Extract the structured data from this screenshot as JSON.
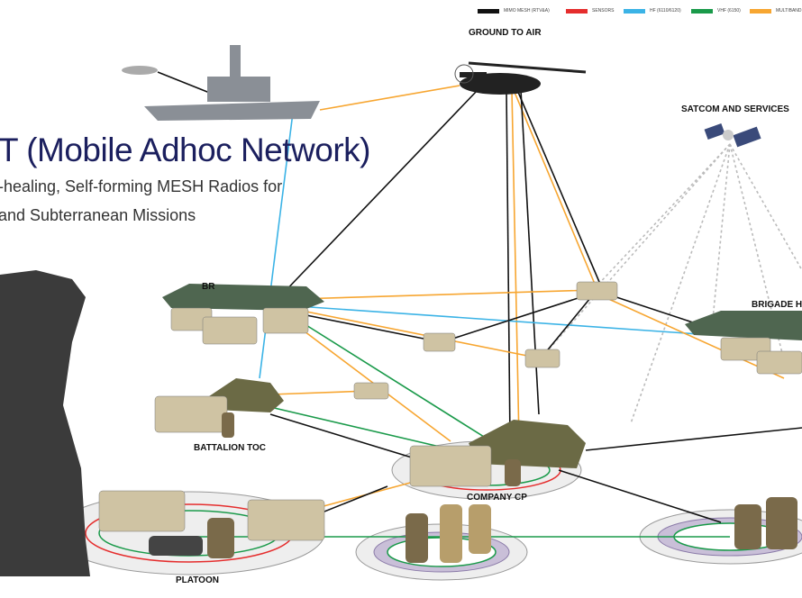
{
  "legend": [
    {
      "label": "MIMO MESH (RTV&A)",
      "color": "#111111"
    },
    {
      "label": "SENSORS",
      "color": "#e52d2d"
    },
    {
      "label": "HF (6110/6120)",
      "color": "#3bb3e6"
    },
    {
      "label": "VHF (6150)",
      "color": "#1a9a4a"
    },
    {
      "label": "MULTIBAND",
      "color": "#f7a631"
    }
  ],
  "title": "T (Mobile Adhoc Network)",
  "subtitle_1": "-healing, Self-forming MESH Radios for",
  "subtitle_2": "and Subterranean Missions",
  "nodes": {
    "ground_to_air": "GROUND TO AIR",
    "satcom": "SATCOM AND SERVICES",
    "brigade_left": "BR",
    "brigade_right": "BRIGADE H",
    "battalion": "BATTALION TOC",
    "company": "COMPANY CP",
    "platoon": "PLATOON"
  }
}
